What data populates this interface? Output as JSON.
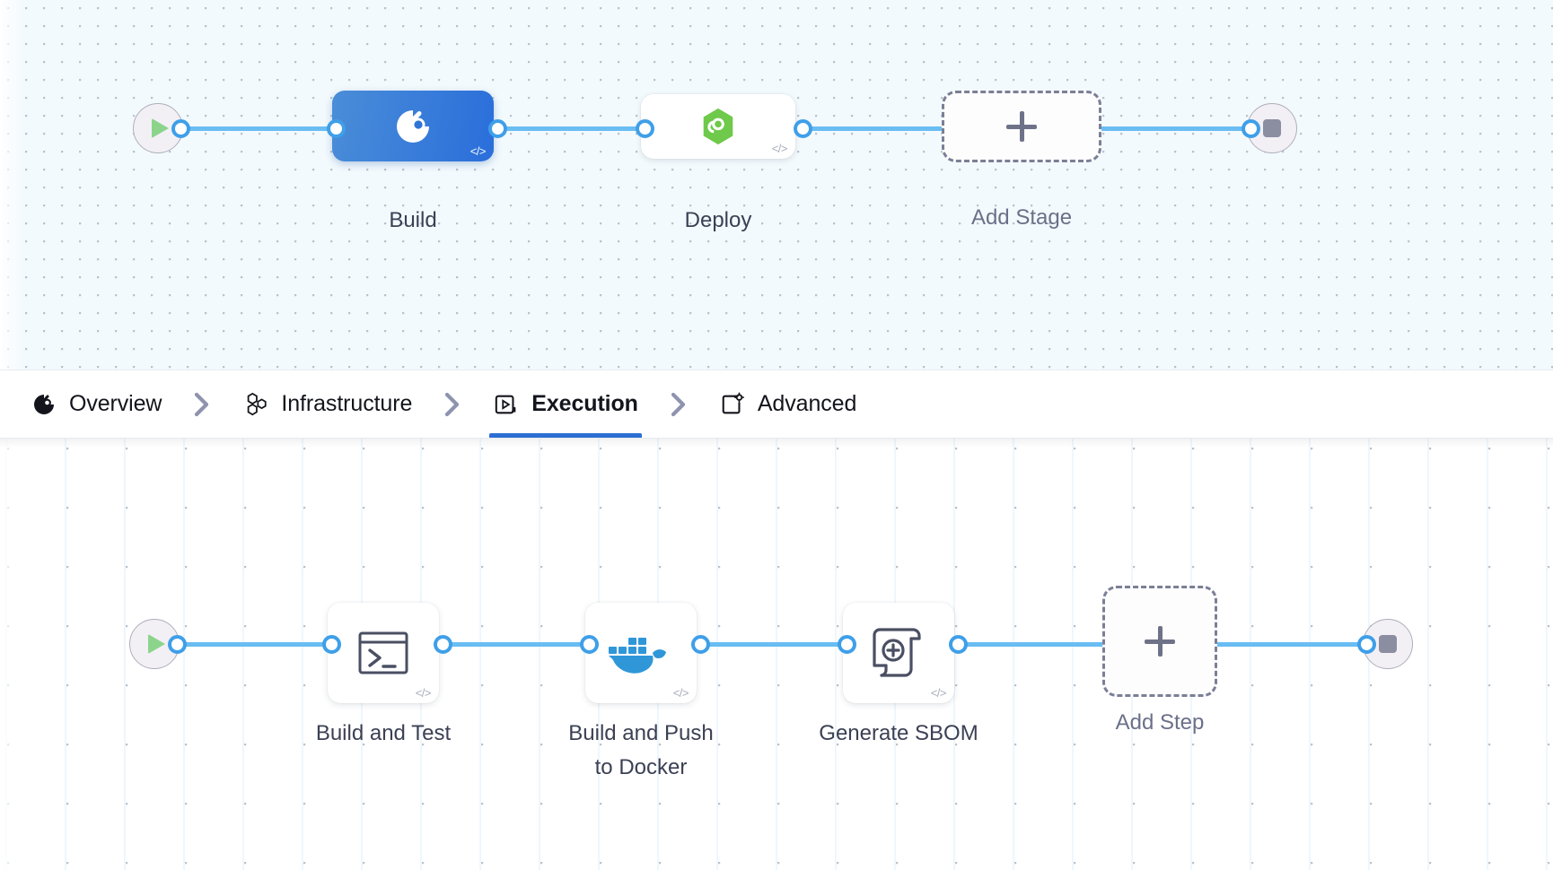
{
  "stage_graph": {
    "start_node": {
      "name": "start",
      "icon": "play-icon"
    },
    "end_node": {
      "name": "end",
      "icon": "stop-icon"
    },
    "nodes": [
      {
        "id": "build",
        "label": "Build",
        "icon": "harness-ci-icon",
        "selected": true,
        "code_badge": "</>"
      },
      {
        "id": "deploy",
        "label": "Deploy",
        "icon": "harness-cd-icon",
        "selected": false,
        "code_badge": "</>"
      }
    ],
    "add_node": {
      "label": "Add Stage",
      "icon": "plus-icon"
    }
  },
  "tabs": [
    {
      "id": "overview",
      "label": "Overview",
      "icon": "harness-logo-icon",
      "active": false
    },
    {
      "id": "infrastructure",
      "label": "Infrastructure",
      "icon": "hexagons-icon",
      "active": false
    },
    {
      "id": "execution",
      "label": "Execution",
      "icon": "play-box-icon",
      "active": true
    },
    {
      "id": "advanced",
      "label": "Advanced",
      "icon": "card-gear-icon",
      "active": false
    }
  ],
  "tab_separator_icon": "chevron-right-icon",
  "step_graph": {
    "start_node": {
      "name": "start",
      "icon": "play-icon"
    },
    "end_node": {
      "name": "end",
      "icon": "stop-icon"
    },
    "nodes": [
      {
        "id": "build-and-test",
        "label": "Build and Test",
        "icon": "terminal-icon",
        "code_badge": "</>"
      },
      {
        "id": "build-push-docker",
        "label": "Build and Push\nto Docker",
        "icon": "docker-icon",
        "code_badge": "</>"
      },
      {
        "id": "generate-sbom",
        "label": "Generate SBOM",
        "icon": "sbom-scroll-icon",
        "code_badge": "</>"
      }
    ],
    "add_node": {
      "label": "Add Step",
      "icon": "plus-icon"
    }
  },
  "colors": {
    "accent_blue": "#2c6fd2",
    "edge_blue": "#69bdf3",
    "port_blue": "#3f9fe8",
    "node_selected_gradient_from": "#4a8dd8",
    "node_selected_gradient_to": "#2a6edb",
    "cd_green": "#6fc94a",
    "docker_blue": "#2f97d8",
    "canvas_top_bg": "#f3fafd",
    "canvas_bottom_bg": "#ffffff",
    "label_text": "#3b4054",
    "muted_text": "#6b7089"
  }
}
